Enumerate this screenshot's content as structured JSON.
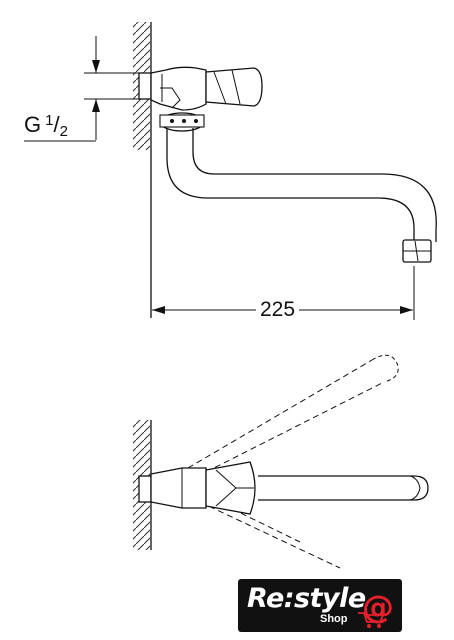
{
  "dimensions": {
    "thread": {
      "prefix": "G",
      "numerator": "1",
      "slash": "/",
      "denominator": "2"
    },
    "projection": "225"
  },
  "logo": {
    "main_text": "Re:style",
    "sub_text": "Shop",
    "at_symbol": "@",
    "accent_color": "#e4202a",
    "background_color": "#111111"
  }
}
